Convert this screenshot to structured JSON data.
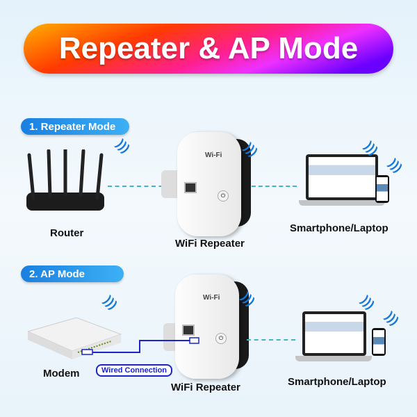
{
  "title": "Repeater & AP Mode",
  "sections": [
    {
      "heading": "1. Repeater Mode",
      "source_label": "Router",
      "repeater_label": "WiFi Repeater",
      "client_label": "Smartphone/Laptop"
    },
    {
      "heading": "2. AP Mode",
      "source_label": "Modem",
      "repeater_label": "WiFi Repeater",
      "client_label": "Smartphone/Laptop",
      "connection_label": "Wired Connection"
    }
  ],
  "device_logo": "WiFi",
  "colors": {
    "pill": "#1a7fe0",
    "wire": "#1a24c8",
    "dash": "#3fb6c8"
  }
}
